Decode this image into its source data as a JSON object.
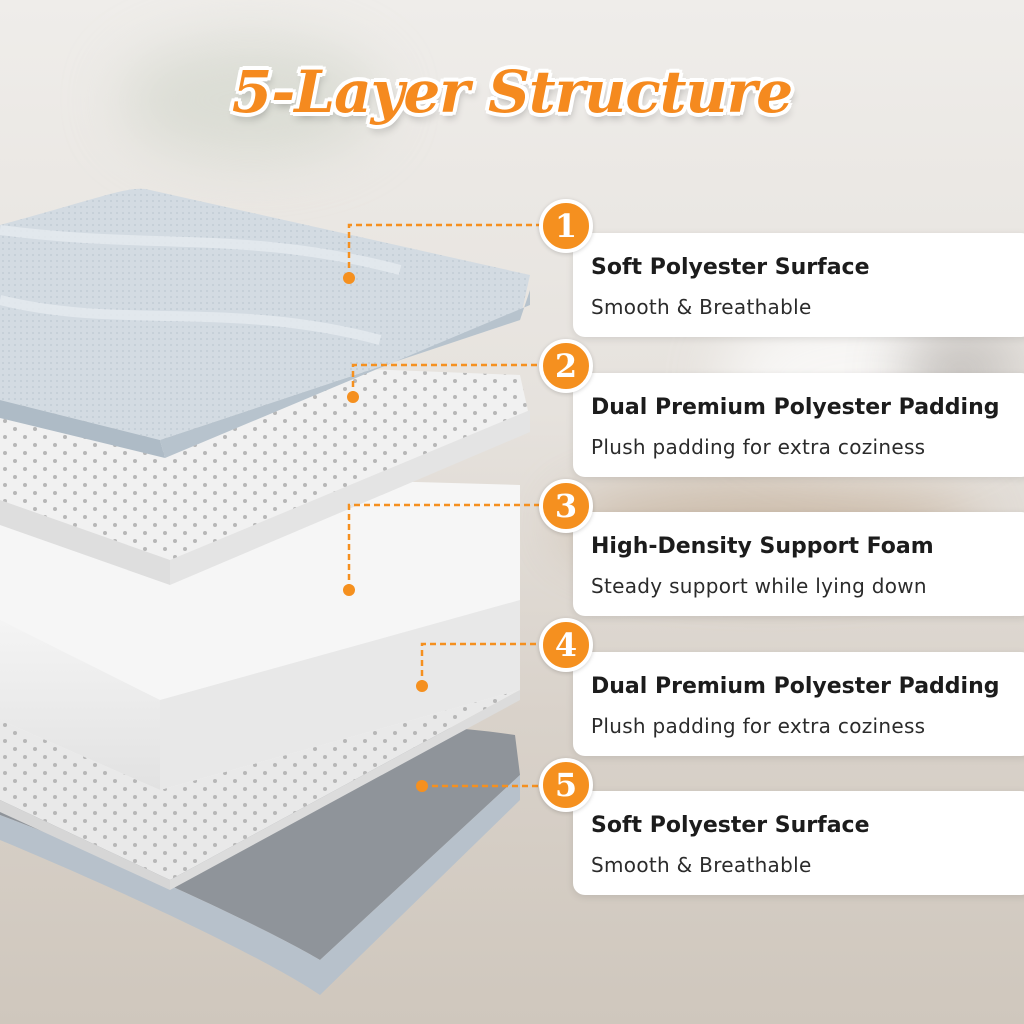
{
  "title": "5-Layer Structure",
  "accent_color": "#f5901f",
  "layers": [
    {
      "number": "1",
      "name": "Soft Polyester Surface",
      "description": "Smooth & Breathable"
    },
    {
      "number": "2",
      "name": "Dual Premium Polyester Padding",
      "description": "Plush padding for extra coziness"
    },
    {
      "number": "3",
      "name": "High-Density Support Foam",
      "description": "Steady support while lying down"
    },
    {
      "number": "4",
      "name": "Dual Premium Polyester Padding",
      "description": "Plush padding for extra coziness"
    },
    {
      "number": "5",
      "name": "Soft Polyester Surface",
      "description": "Smooth & Breathable"
    }
  ]
}
